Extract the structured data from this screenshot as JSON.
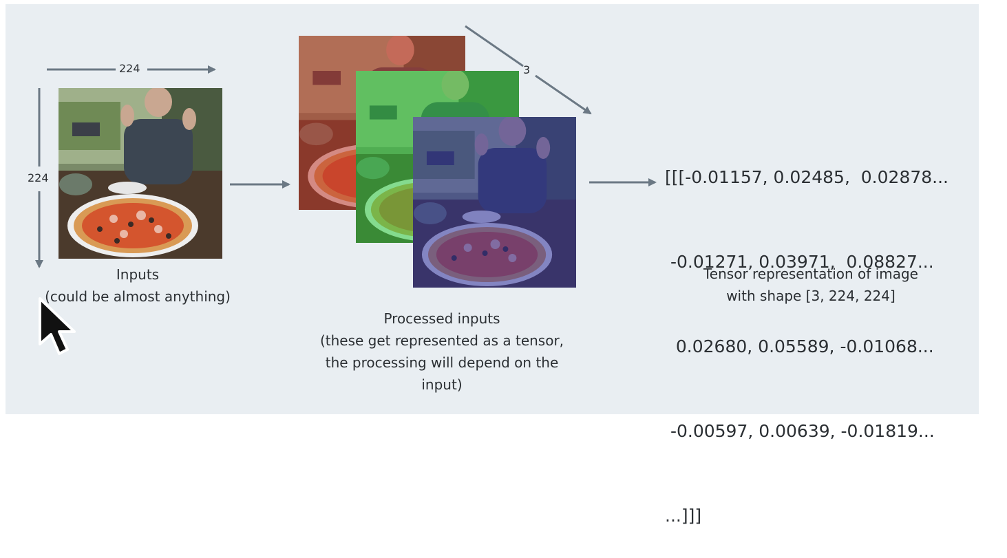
{
  "dimension_labels": {
    "input_width": "224",
    "input_height": "224",
    "channels": "3"
  },
  "captions": {
    "inputs": "Inputs\n(could be almost anything)",
    "processed": "Processed inputs\n(these get represented as a tensor,\nthe processing will depend on the\ninput)",
    "tensor": "Tensor representation of image\nwith shape [3, 224, 224]"
  },
  "tensor_lines": [
    "[[[-0.01157, 0.02485,  0.02878...",
    " -0.01271, 0.03971,  0.08827...",
    "  0.02680, 0.05589, -0.01068...",
    " -0.00597, 0.00639, -0.01819...",
    "...]]]"
  ],
  "colors": {
    "background": "#e9eef2",
    "arrow": "#6b7884",
    "text": "#2b2f33",
    "red_channel": "#c0392b",
    "green_channel": "#2ecc40",
    "blue_channel": "#2c2f9e"
  },
  "icons": {
    "cursor": "mouse-pointer-icon",
    "photo": "pizza-photo-image"
  }
}
